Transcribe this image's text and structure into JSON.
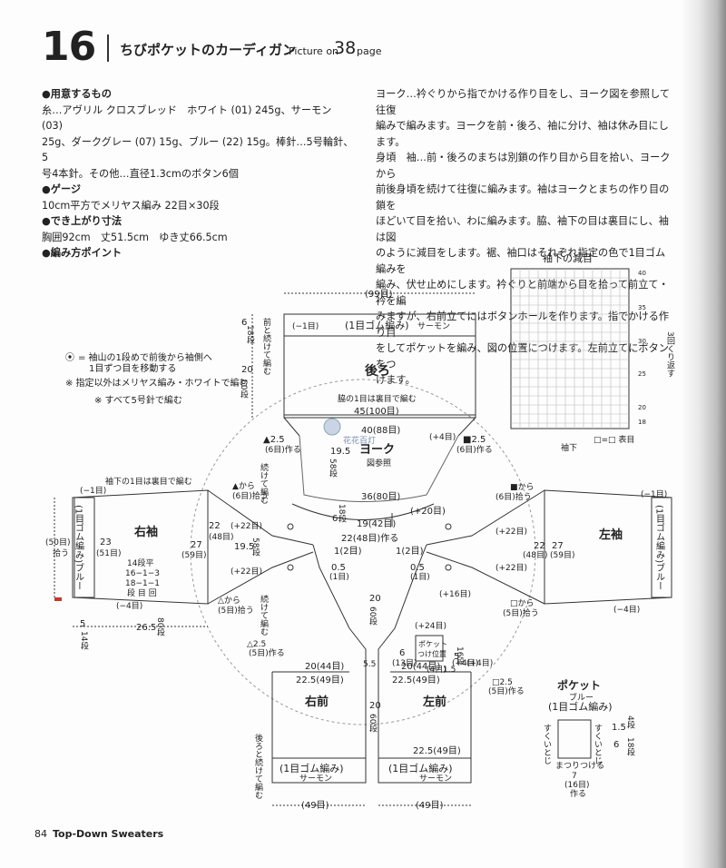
{
  "header": {
    "number": "16",
    "title": "ちびポケットのカーディガン",
    "picture_on": "Picture on",
    "picture_page": "38",
    "page_word": "page"
  },
  "materials": {
    "heading": "●用意するもの",
    "lines": [
      "糸…アヴリル クロスブレッド　ホワイト (01) 245g、サーモン (03)",
      "25g、ダークグレー (07) 15g、ブルー (22) 15g。棒針…5号輪針、5",
      "号4本針。その他…直径1.3cmのボタン6個"
    ]
  },
  "gauge": {
    "heading": "●ゲージ",
    "text": "10cm平方でメリヤス編み 22目×30段"
  },
  "size": {
    "heading": "●でき上がり寸法",
    "text": "胸囲92cm　丈51.5cm　ゆき丈66.5cm"
  },
  "points": {
    "heading": "●編み方ポイント"
  },
  "instructions": [
    "ヨーク…衿ぐりから指でかける作り目をし、ヨーク図を参照して往復",
    "編みで編みます。ヨークを前・後ろ、袖に分け、袖は休み目にします。",
    "身頃　袖…前・後ろのまちは別鎖の作り目から目を拾い、ヨークから",
    "前後身頃を続けて往復に編みます。袖はヨークとまちの作り目の鎖を",
    "ほどいて目を拾い、わに編みます。脇、袖下の目は裏目にし、袖は図",
    "のように減目をします。裾、袖口はそれぞれ指定の色で1目ゴム編みを",
    "編み、伏せ止めにします。衿ぐりと前端から目を拾って前立て・衿を編",
    "みますが、右前立てにはボタンホールを作ります。指でかける作り目",
    "をしてポケットを編み、図の位置につけます。左前立てにボタンをつ",
    "けます。"
  ],
  "legend": {
    "item1a": "= 袖山の1段めで前後から袖側へ",
    "item1b": "1目ずつ目を移動する",
    "item2": "※ 指定以外はメリヤス編み・ホワイトで編む",
    "item3": "※ すべて5号針で編む"
  },
  "sleeve_chart": {
    "title": "袖下の減目",
    "marks": [
      "40",
      "35",
      "30",
      "25",
      "20",
      "18"
    ],
    "repeat": "3回くり返す",
    "center": "袖下",
    "key": "□=□ 表目"
  },
  "back": {
    "dim_top": "(99目)",
    "rib": "(1目ゴム編み)",
    "rib_color": "サーモン",
    "minus1": "(−1目)",
    "label": "後ろ",
    "side_note": "脇の1目は裏目で編む",
    "width": "45(100目)",
    "h_rib": "6",
    "h_rib_rows": "18段",
    "h_body": "20",
    "h_body_rows": "60段",
    "cont_note": "前と続けて編む"
  },
  "yoke": {
    "w_top": "40(88目)",
    "label": "ヨーク",
    "sub": "図参照",
    "h": "19.5",
    "h_rows": "58段",
    "neck1": "36(80目)",
    "neck_h": "6",
    "neck_h_rows": "18段",
    "neck2": "19(42目)",
    "plus20": "(+20目)",
    "plus4a": "(+4目)",
    "plus4b": "(+4目)",
    "mark_l": "▲2.5",
    "mark_l_st": "(6目)作る",
    "mark_r": "■2.5",
    "mark_r_st": "(6目)作る",
    "front_top": "22(48目)作る",
    "one_l": "1(2目)",
    "one_r": "1(2目)",
    "half_l": "0.5",
    "half_l_st": "(1目)",
    "half_r": "0.5",
    "half_r_st": "(1目)",
    "plus16": "(+16目)",
    "plus24": "(+24目)",
    "cont_note2": "続けて編む",
    "cont_note3": "続けて編む"
  },
  "right_sleeve": {
    "label": "右袖",
    "note": "袖下の1目は裏目で編む",
    "minus1": "(−1目)",
    "minus4": "(−4目)",
    "cuff": "(1目ゴム編み)ブルー",
    "cuff_w": "(50目)",
    "cuff_pick": "拾う",
    "len": "23",
    "len_st": "(51目)",
    "dec1": "14段平",
    "dec2": "16−1−3",
    "dec3": "18−1−1",
    "dec4": "段 目 回",
    "w1": "22",
    "w1_st": "(48目)",
    "w2": "27",
    "w2_st": "(59目)",
    "plus22a": "(+22目)",
    "plus22b": "(+22目)",
    "sh": "19.5",
    "sh_rows": "58段",
    "tri_top": "▲から",
    "tri_top_st": "(6目)拾う",
    "tri_bot": "△から",
    "tri_bot_st": "(5目)拾う",
    "cuff_h": "5",
    "cuff_h_rows": "14段",
    "body_len": "26.5",
    "body_rows": "80段"
  },
  "left_sleeve": {
    "label": "左袖",
    "minus1": "(−1目)",
    "minus4": "(−4目)",
    "cuff": "(1目ゴム編み)ブルー",
    "w1": "22",
    "w1_st": "(48目)",
    "w2": "27",
    "w2_st": "(59目)",
    "plus22a": "(+22目)",
    "plus22b": "(+22目)",
    "sq_top": "■から",
    "sq_top_st": "(6目)拾う",
    "sq_bot": "□から",
    "sq_bot_st": "(5目)拾う"
  },
  "right_front": {
    "label": "右前",
    "w1": "20(44目)",
    "w2": "22.5(49目)",
    "rib": "(1目ゴム編み)",
    "rib_color": "サーモン",
    "bottom": "(49目)",
    "tri": "△2.5",
    "tri_st": "(5目)作る",
    "h1": "5.5",
    "h2": "20",
    "h2_rows": "60段",
    "cont": "後ろと続けて編む"
  },
  "left_front": {
    "label": "左前",
    "w1": "20(44目)",
    "w2": "22.5(49目)",
    "rib": "22.5(49目)",
    "rib2": "(1目ゴム編み)",
    "rib_color": "サーモン",
    "bottom": "(49目)",
    "sq": "□2.5",
    "sq_st": "(5目)作る",
    "pocket": "ポケット",
    "pocket2": "つけ位置",
    "p_h": "6",
    "p_h_st": "(13目)",
    "p_side": "5",
    "p_side_rows": "16段",
    "p_w": "1.5",
    "p_w2": "1.5",
    "p_w_st": "(4目)",
    "plus4": "(+4目)"
  },
  "pocket": {
    "title": "ポケット",
    "color": "ブルー",
    "stitch": "(1目ゴム編み)",
    "left_note": "すくいとじ",
    "right_note": "すくいとじ",
    "bottom_note": "まつりつける",
    "w": "7",
    "w_st": "(16目)",
    "w_make": "作る",
    "h1": "1.5",
    "h1_rows": "4段",
    "h2": "6",
    "h2_rows": "18段"
  },
  "watermark": "花花百灯",
  "footer": {
    "page": "84",
    "book": "Top-Down Sweaters"
  }
}
